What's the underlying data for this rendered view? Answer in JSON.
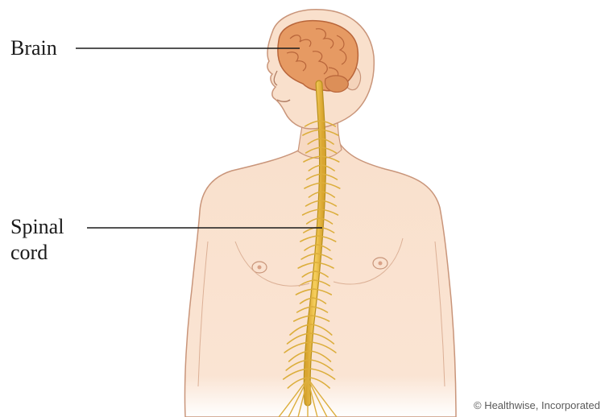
{
  "labels": {
    "brain": "Brain",
    "spinal_cord_line1": "Spinal",
    "spinal_cord_line2": "cord"
  },
  "credit": "© Healthwise, Incorporated",
  "colors": {
    "skin": "#f9e0cc",
    "skin_outline": "#c9957a",
    "brain": "#e69a63",
    "brain_outline": "#b8653a",
    "spinal_cord": "#f0c24a",
    "spinal_cord_outline": "#b8901e",
    "leader_line": "#1a1a1a"
  }
}
